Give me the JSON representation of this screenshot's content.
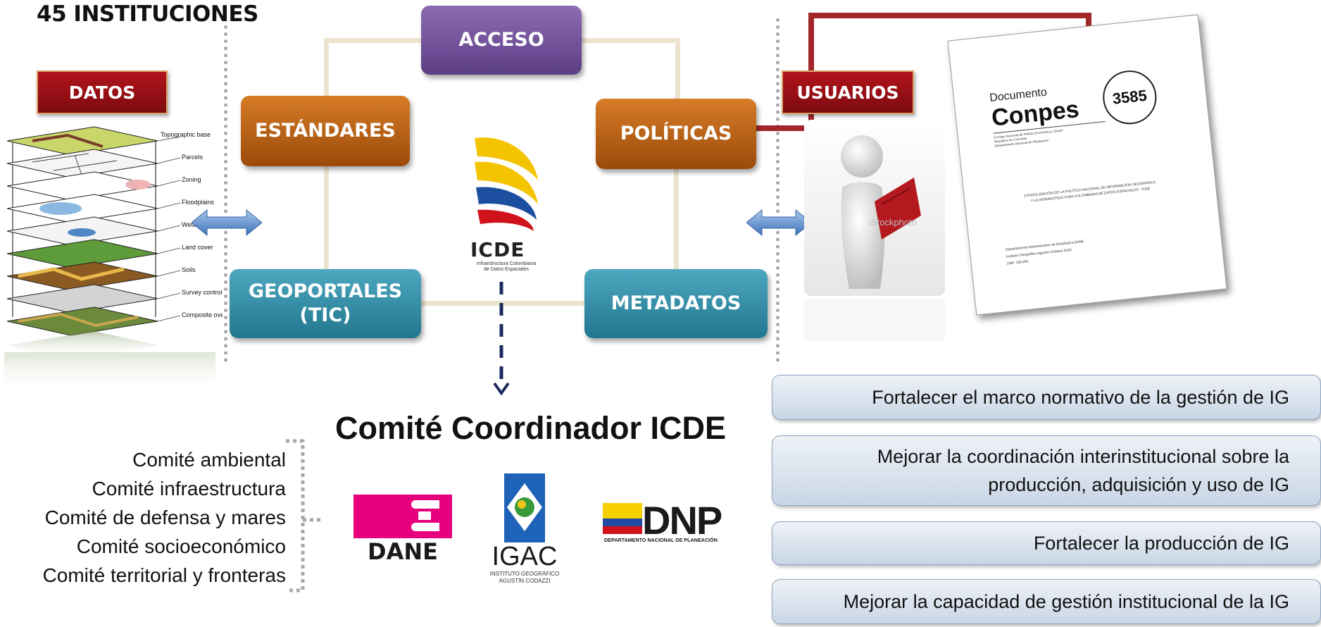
{
  "header": {
    "title": "45 INSTITUCIONES"
  },
  "labels": {
    "datos": "DATOS",
    "usuarios": "USUARIOS"
  },
  "nodes": {
    "acceso": "ACCESO",
    "estandares": "ESTÁNDARES",
    "politicas": "POLÍTICAS",
    "geoportales_line1": "GEOPORTALES",
    "geoportales_line2": "(TIC)",
    "metadatos": "METADATOS"
  },
  "layers": [
    "Topographic base",
    "Parcels",
    "Zoning",
    "Floodplains",
    "Wetlands",
    "Land cover",
    "Soils",
    "Survey control",
    "Composite overlay"
  ],
  "icde_logo": {
    "name": "ICDE",
    "line1": "Infraestructura Colombiana",
    "line2": "de Datos Espaciales",
    "colors": [
      "#f4c400",
      "#1d4fa0",
      "#d0121b"
    ]
  },
  "watermark": "iStockphoto",
  "document": {
    "label": "Documento",
    "name": "Conpes",
    "number": "3585",
    "sub1": "Consejo Nacional de Política Económica y Social",
    "sub2": "República de Colombia",
    "sub3": "Departamento Nacional de Planeación",
    "title1": "CONSOLIDACIÓN DE LA POLÍTICA NACIONAL DE INFORMACIÓN GEOGRÁFICA",
    "title2": "Y LA INFRAESTRUCTURA COLOMBIANA DE DATOS ESPACIALES - ICDE",
    "inst1": "Departamento Administrativo de Estadística DANE",
    "inst2": "Instituto Geográfico Agustín Codazzi IGAC",
    "inst3": "DNP: DDUPA"
  },
  "committee": {
    "title": "Comité Coordinador ICDE",
    "items": [
      "Comité ambiental",
      "Comité infraestructura",
      "Comité de defensa y mares",
      "Comité socioeconómico",
      "Comité territorial y fronteras"
    ]
  },
  "logos": {
    "dane": "DANE",
    "igac": "IGAC",
    "igac_sub1": "INSTITUTO GEOGRÁFICO",
    "igac_sub2": "AGUSTÍN CODAZZI",
    "dnp": "DNP",
    "dnp_sub": "DEPARTAMENTO NACIONAL DE PLANEACIÓN"
  },
  "objectives": [
    "Fortalecer el marco normativo de la gestión de IG",
    "Mejorar la coordinación interinstitucional sobre la producción, adquisición y uso de IG",
    "Fortalecer la producción de IG",
    "Mejorar la capacidad de gestión institucional de la IG"
  ],
  "colors": {
    "label_red": "#9c1016",
    "acceso_purple": "#6b4c95",
    "node_orange": "#b8600f",
    "node_teal": "#2f8ca6",
    "connector": "#ece4cf",
    "arrow_navy": "#1b2a5e",
    "flow_red": "#a3262b",
    "objective_box": "#dbe4ef"
  }
}
